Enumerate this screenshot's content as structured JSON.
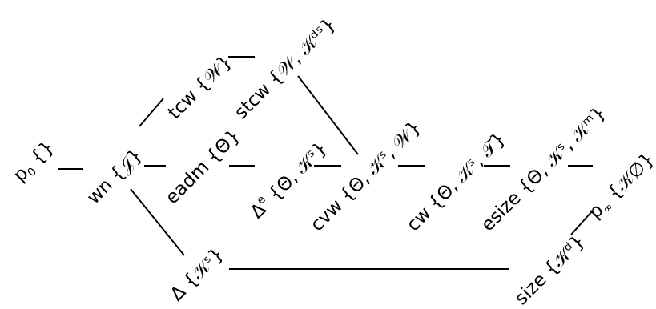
{
  "nodes": [
    {
      "id": "p0",
      "name": "p",
      "sub": "0",
      "sup": "",
      "set": "{}"
    },
    {
      "id": "wn",
      "name": "wn",
      "sub": "",
      "sup": "",
      "set": "{𝒥}"
    },
    {
      "id": "tcw",
      "name": "tcw",
      "sub": "",
      "sup": "",
      "set": "{𝒲}"
    },
    {
      "id": "stcw",
      "name": "stcw",
      "sub": "",
      "sup": "",
      "set": "{𝒲, 𝒦ᵈˢ}"
    },
    {
      "id": "eadm",
      "name": "eadm",
      "sub": "",
      "sup": "",
      "set": "{Θ}"
    },
    {
      "id": "deltae",
      "name": "Δ",
      "sub": "",
      "sup": "e",
      "set": "{Θ, 𝒦ˢ}"
    },
    {
      "id": "delta",
      "name": "Δ",
      "sub": "",
      "sup": "",
      "set": "{𝒦ˢ}"
    },
    {
      "id": "cvw",
      "name": "cvw",
      "sub": "",
      "sup": "",
      "set": "{Θ, 𝒦ˢ, 𝒲}"
    },
    {
      "id": "cw",
      "name": "cw",
      "sub": "",
      "sup": "",
      "set": "{Θ, 𝒦ˢ, 𝒯}"
    },
    {
      "id": "esize",
      "name": "esize",
      "sub": "",
      "sup": "",
      "set": "{Θ, 𝒦ˢ, 𝒦ᵐ}"
    },
    {
      "id": "size",
      "name": "size",
      "sub": "",
      "sup": "",
      "set": "{𝒦ᵈ}"
    },
    {
      "id": "pinf",
      "name": "p",
      "sub": "∞",
      "sup": "",
      "set": "{𝒦∅}"
    }
  ]
}
